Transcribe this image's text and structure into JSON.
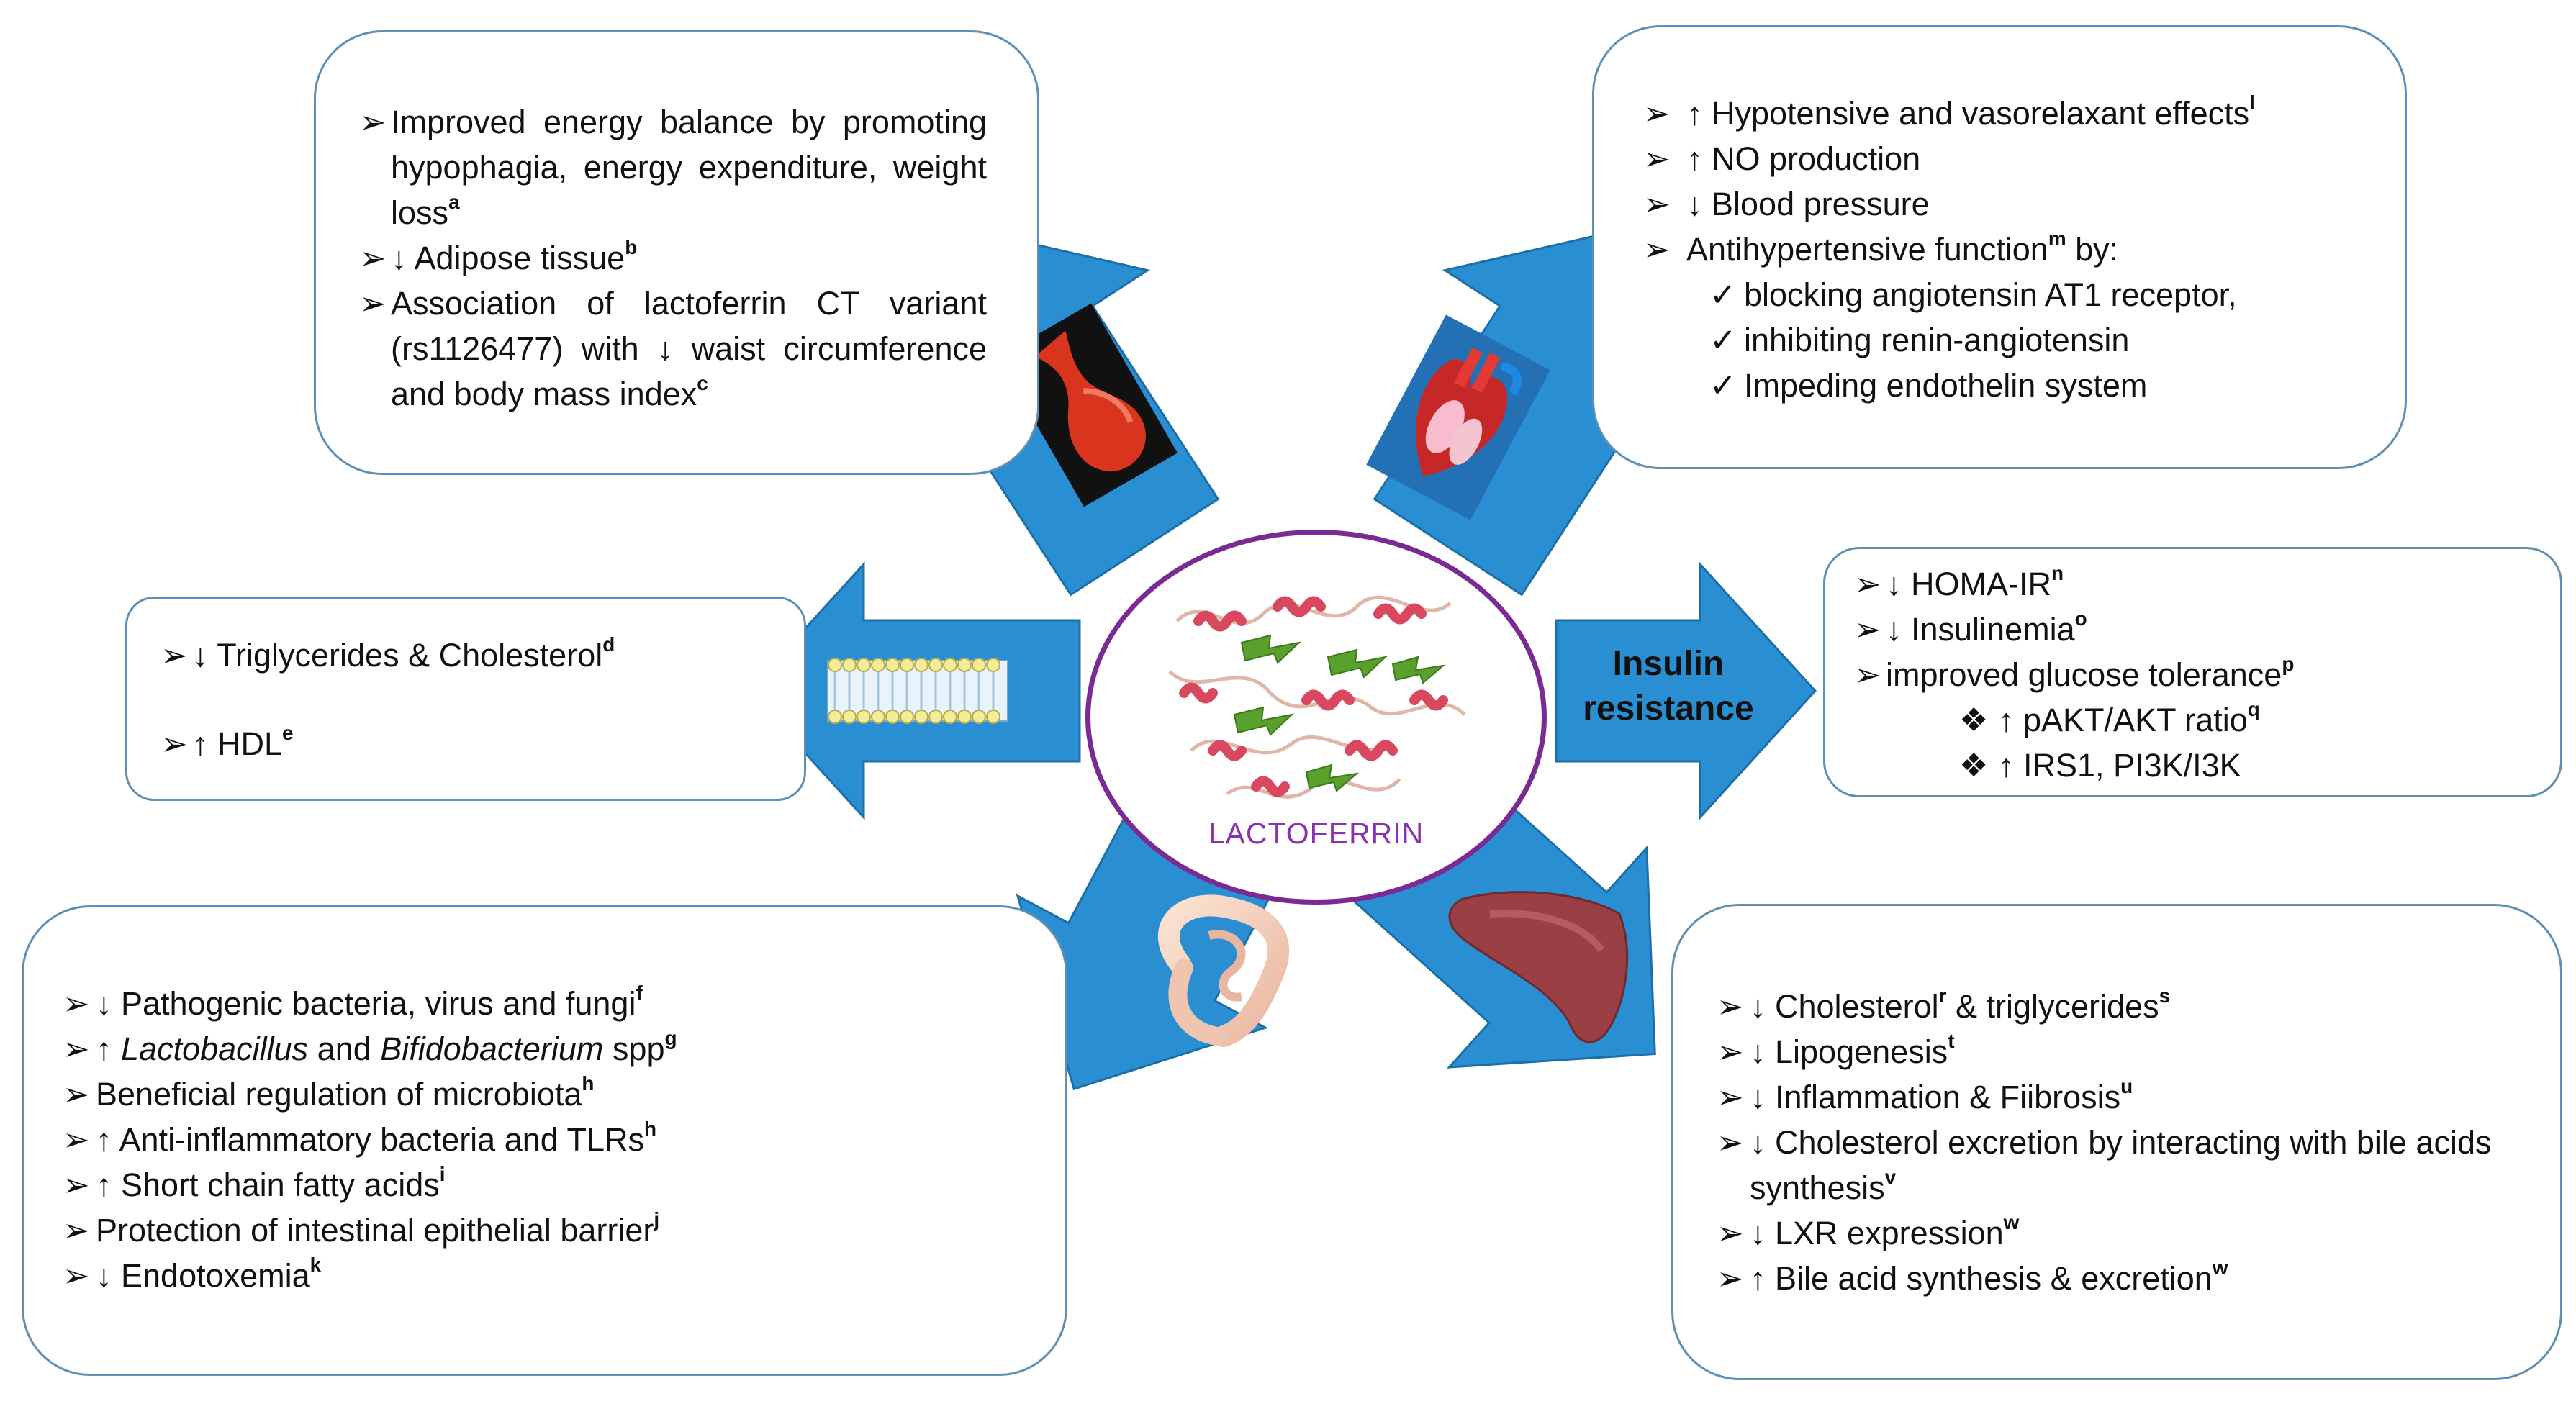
{
  "weight_box": {
    "items": [
      {
        "pre": "Improved energy balance by promoting hypophagia, energy expenditure, weight loss",
        "sup": "a"
      },
      {
        "pre": "↓ Adipose tissue",
        "sup": "b"
      },
      {
        "pre": "Association of lactoferrin CT variant (rs1126477) with ↓ waist circumference and body mass index",
        "sup": "c"
      }
    ]
  },
  "heart_box": {
    "items": [
      {
        "pre": "↑ Hypotensive and vasorelaxant effects",
        "sup": "l"
      },
      {
        "pre": "↑ NO production"
      },
      {
        "pre": "↓ Blood pressure"
      },
      {
        "pre": "Antihypertensive function",
        "sup": "m",
        "post": " by:"
      }
    ],
    "subitems": [
      "blocking angiotensin AT1 receptor,",
      "inhibiting renin-angiotensin",
      "Impeding endothelin system"
    ]
  },
  "lipid_box": {
    "items": [
      {
        "pre": "↓ Triglycerides & Cholesterol",
        "sup": "d"
      },
      {
        "pre": "↑ HDL",
        "sup": "e"
      }
    ]
  },
  "insulin_box": {
    "items": [
      {
        "pre": "↓ HOMA-IR",
        "sup": "n"
      },
      {
        "pre": "↓ Insulinemia",
        "sup": "o"
      },
      {
        "pre": "improved glucose tolerance",
        "sup": "p"
      }
    ],
    "subitems": [
      {
        "pre": "↑ pAKT/AKT ratio",
        "sup": "q"
      },
      {
        "pre": "↑ IRS1, PI3K/I3K"
      }
    ]
  },
  "gut_box": {
    "items": [
      {
        "pre": "↓ Pathogenic bacteria, virus and fungi",
        "sup": "f"
      },
      {
        "pre": "↑ ",
        "it1": "Lactobacillus",
        "mid": " and ",
        "it2": "Bifidobacterium",
        "post": " spp",
        "sup": "g"
      },
      {
        "pre": " Beneficial regulation of microbiota",
        "sup": "h"
      },
      {
        "pre": "↑ Anti-inflammatory bacteria and TLRs",
        "sup": "h"
      },
      {
        "pre": "↑ Short chain fatty acids",
        "sup": "i"
      },
      {
        "pre": "Protection of intestinal epithelial barrier",
        "sup": "j"
      },
      {
        "pre": "↓ Endotoxemia",
        "sup": "k"
      }
    ]
  },
  "liver_box": {
    "items": [
      {
        "pre": "↓  Cholesterol",
        "sup": "r",
        "post": " & triglycerides",
        "sup2": "s"
      },
      {
        "pre": "↓ Lipogenesis",
        "sup": "t"
      },
      {
        "pre": "↓ Inflammation & Fiibrosis",
        "sup": "u"
      },
      {
        "pre": "↓ Cholesterol excretion by interacting with bile acids synthesis",
        "sup": "v"
      },
      {
        "pre": "↓ LXR expression",
        "sup": "w"
      },
      {
        "pre": "↑ Bile acid synthesis & excretion",
        "sup": "w"
      }
    ]
  },
  "center": {
    "label": "LACTOFERRIN",
    "insulin_label": "Insulin resistance"
  },
  "glyphs": {
    "bullet": "➢",
    "check": "✓",
    "diamond": "❖"
  },
  "colors": {
    "arrow": "#2a8fd2",
    "arrow_edge": "#1c6fa8",
    "box_border": "#5f8fb3",
    "circle": "#7b2a93",
    "label": "#8a31b3"
  },
  "icons": [
    "stomach-icon",
    "heart-icon",
    "lipid-bilayer-icon",
    "intestine-icon",
    "liver-icon",
    "protein-structure-icon"
  ]
}
